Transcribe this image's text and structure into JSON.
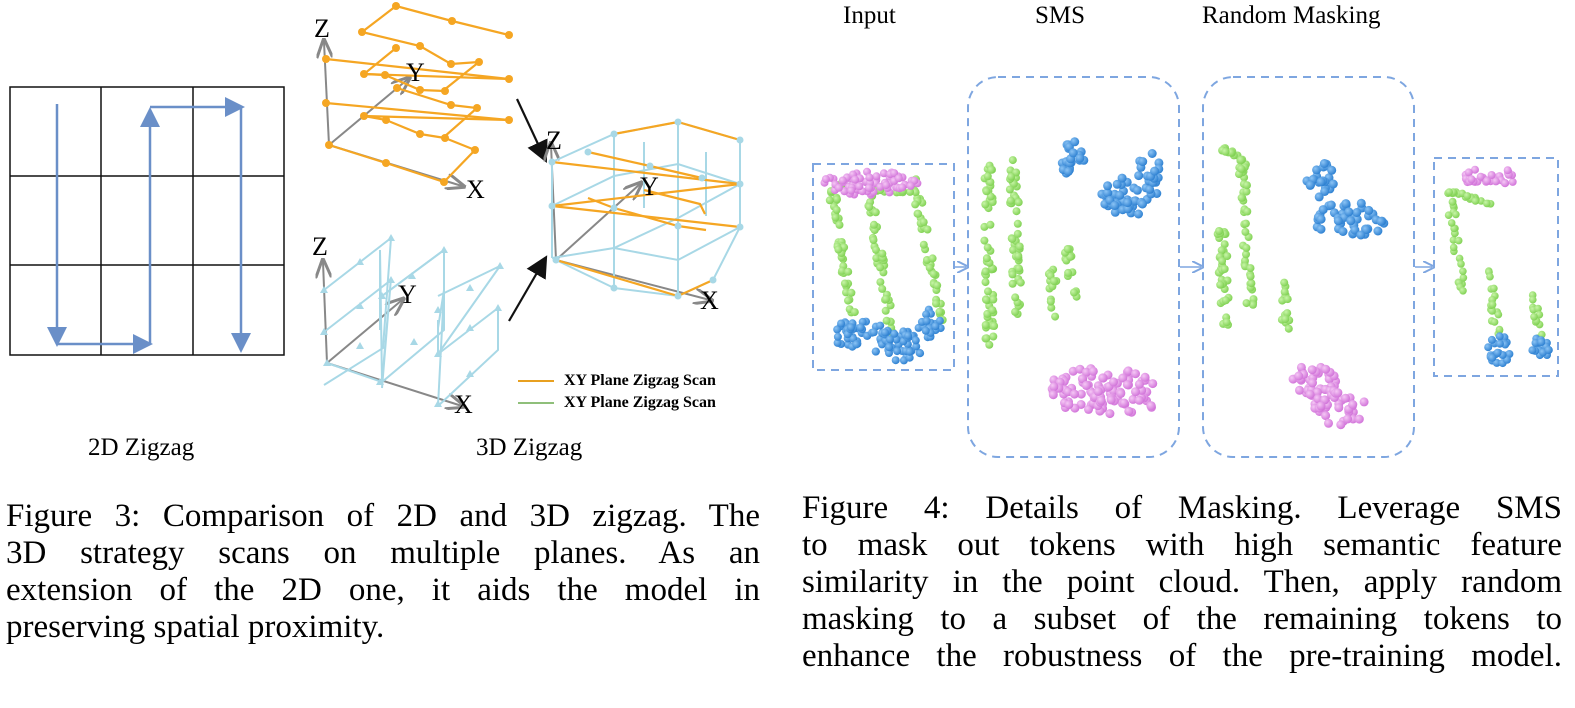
{
  "figure3": {
    "panel_2d": {
      "label": "2D Zigzag",
      "grid_rows": 3,
      "grid_cols": 3,
      "scan_color": "#6a8fc8",
      "grid_color": "#000000"
    },
    "panel_3d": {
      "label": "3D Zigzag",
      "axes": {
        "x": "X",
        "y": "Y",
        "z": "Z"
      },
      "xy_color": "#f5a623",
      "z_color": "#a8d8e6",
      "axis_color": "#808080",
      "legend": [
        {
          "label": "XY Plane Zigzag Scan",
          "color": "#e8a020"
        },
        {
          "label": "XY Plane Zigzag Scan",
          "color": "#8fbf7a"
        }
      ]
    },
    "caption": {
      "lines": [
        "Figure 3: Comparison of 2D and 3D zigzag. The",
        "3D strategy scans on multiple planes.  As an",
        "extension of the 2D one, it aids the model in",
        "preserving spatial proximity."
      ]
    }
  },
  "figure4": {
    "column_titles": [
      "Input",
      "SMS",
      "Random Masking"
    ],
    "box_color": "#7ea6e0",
    "part_colors": {
      "top": "#e07ee0",
      "legs": "#8ee060",
      "base": "#3a8ee0"
    },
    "caption": {
      "lines": [
        "Figure 4: Details of Masking.  Leverage SMS",
        "to mask out tokens with high semantic feature",
        "similarity in the point cloud. Then, apply random",
        "masking to a subset of the remaining tokens to",
        "enhance the robustness of the pre-training model."
      ]
    }
  }
}
